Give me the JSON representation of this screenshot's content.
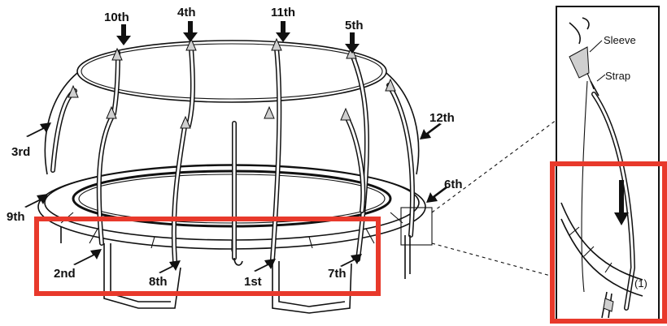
{
  "pole_labels": {
    "first": "1st",
    "second": "2nd",
    "third": "3rd",
    "fourth": "4th",
    "fifth": "5th",
    "sixth": "6th",
    "seventh": "7th",
    "eighth": "8th",
    "ninth": "9th",
    "tenth": "10th",
    "eleventh": "11th",
    "twelfth": "12th"
  },
  "detail": {
    "sleeve_label": "Sleeve",
    "strap_label": "Strap",
    "step_label": "(1)"
  },
  "colors": {
    "highlight": "#e8392b",
    "ink": "#111111",
    "cap_gray": "#cfcfcf"
  }
}
